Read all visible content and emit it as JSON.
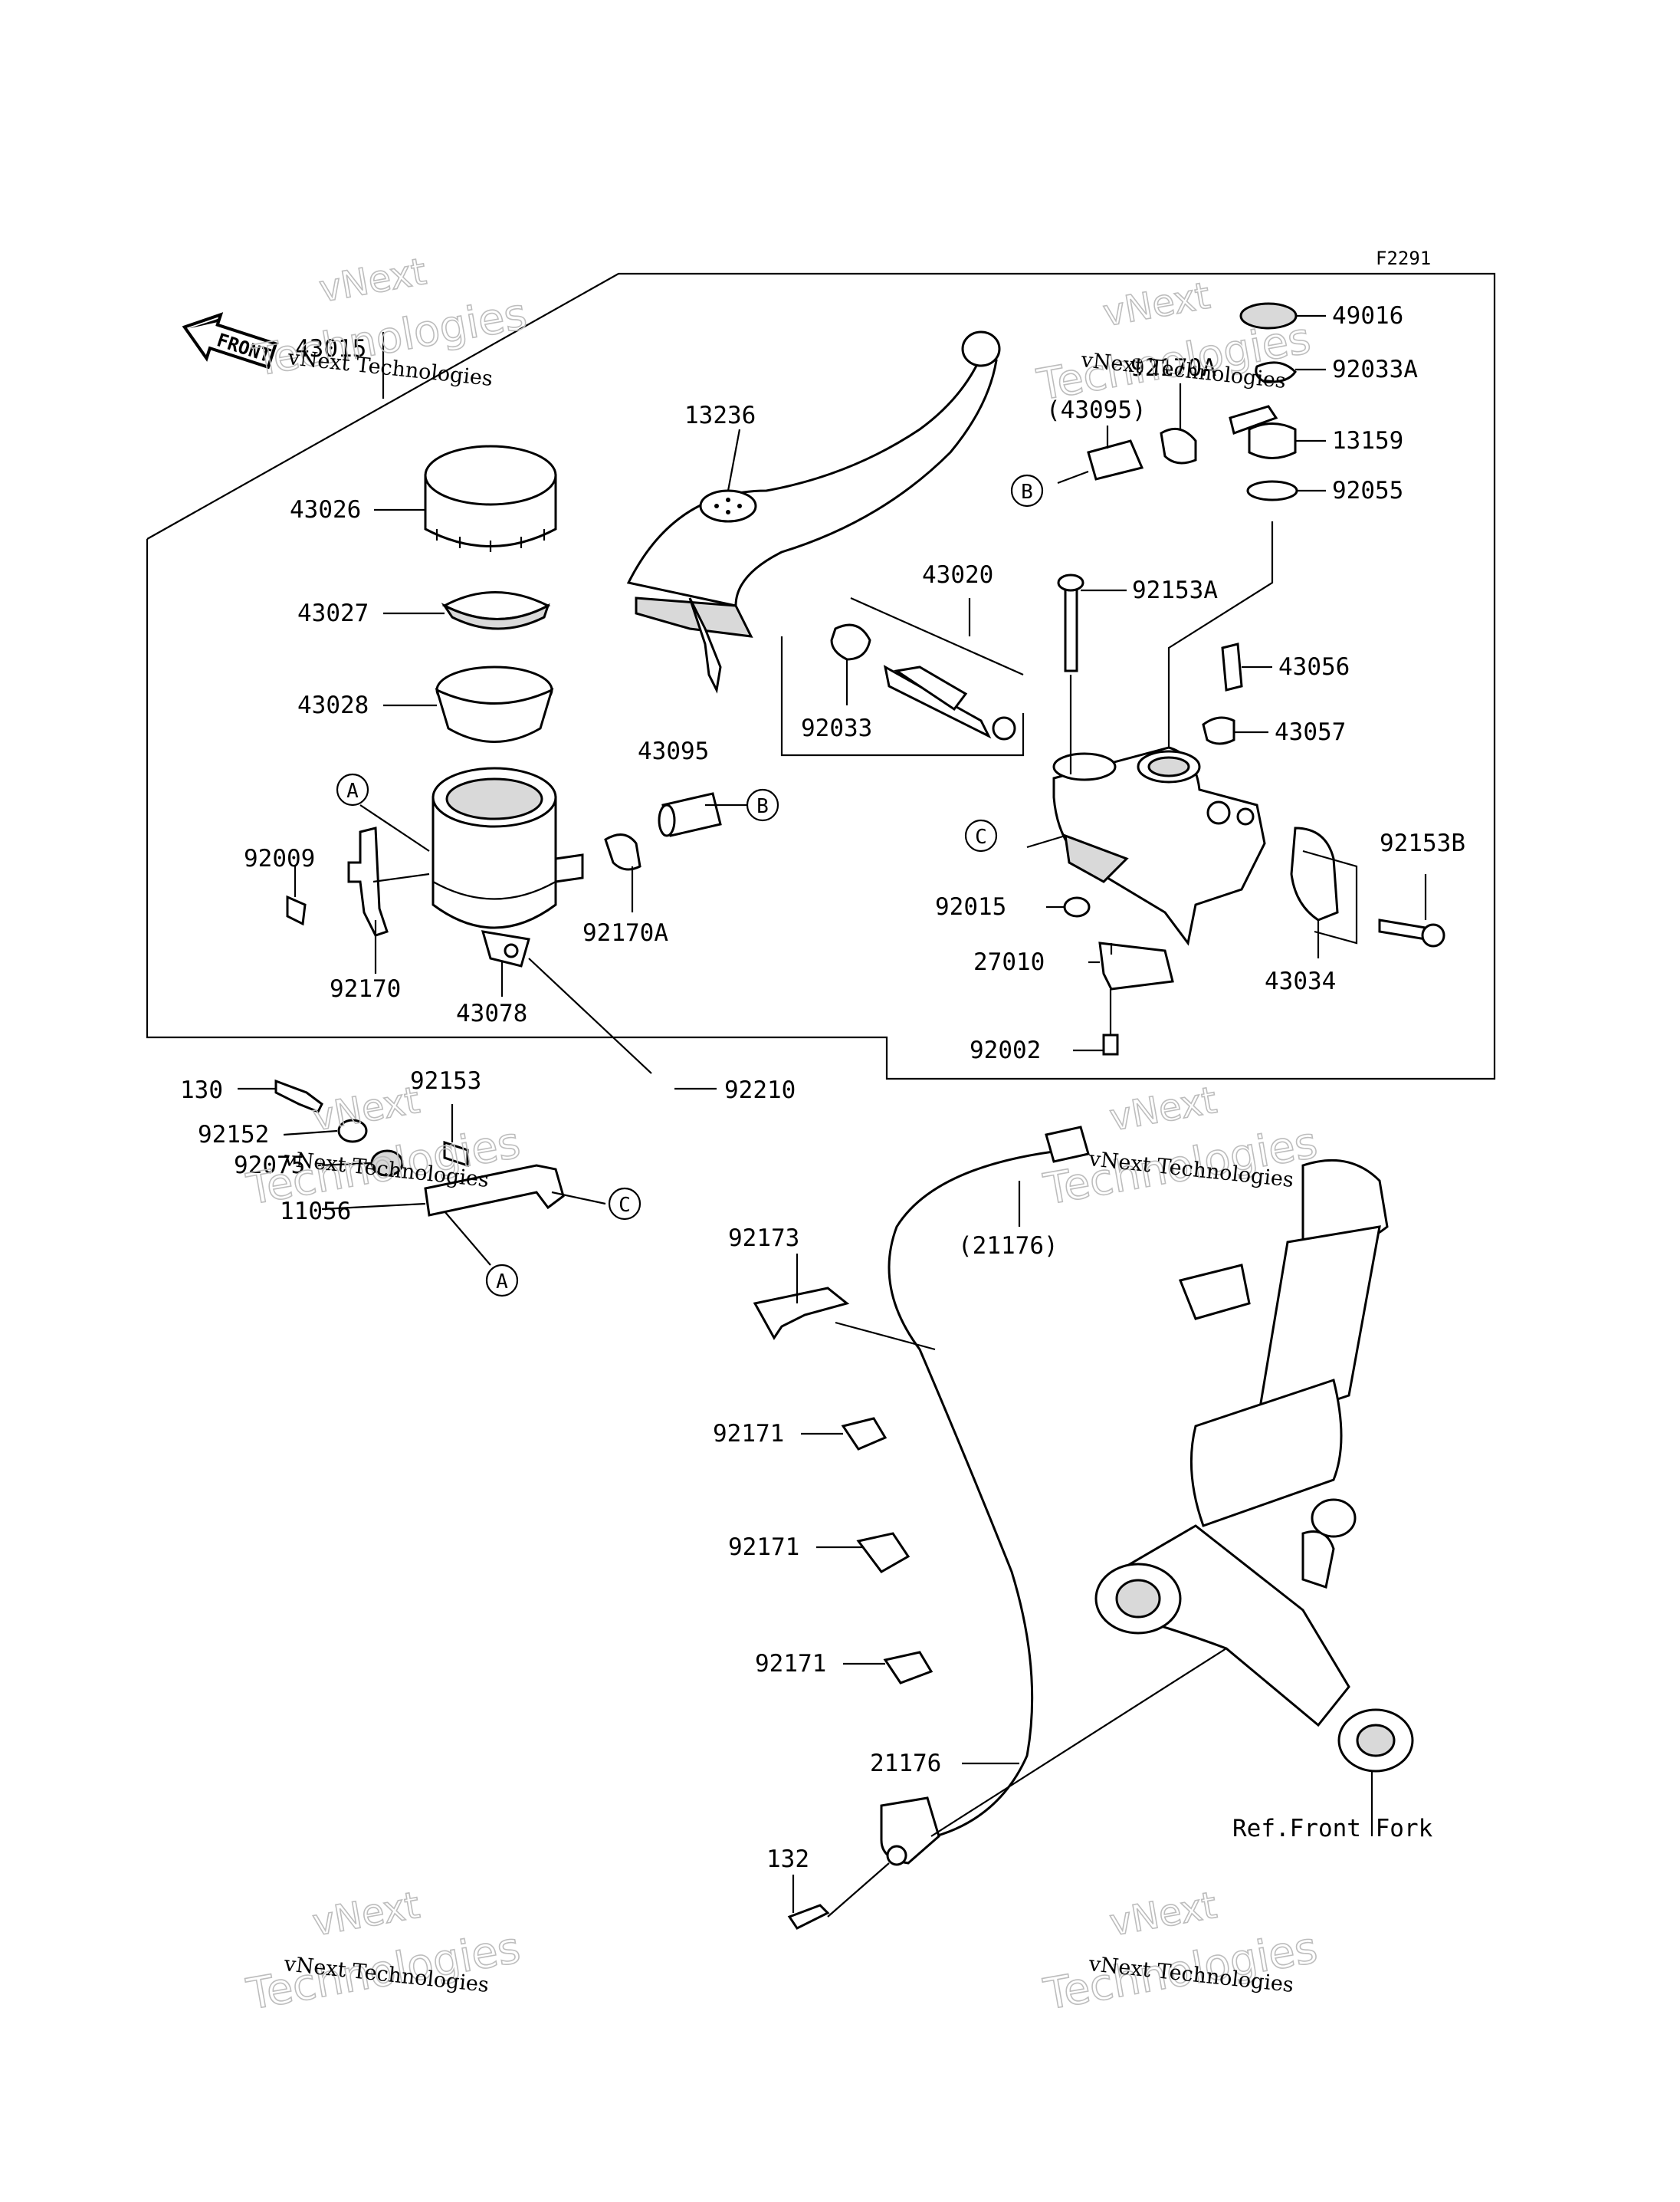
{
  "figure_code": "F2291",
  "front_label": "FRONT",
  "reference_label": "Ref.Front Fork",
  "watermark": {
    "line1": "vNext Technologies",
    "line2": "vNext",
    "line3": "Technologies"
  },
  "callouts": [
    "A",
    "B",
    "C"
  ],
  "parts": [
    {
      "id": "p43015",
      "number": "43015"
    },
    {
      "id": "p43026",
      "number": "43026"
    },
    {
      "id": "p43027",
      "number": "43027"
    },
    {
      "id": "p43028",
      "number": "43028"
    },
    {
      "id": "p92009",
      "number": "92009"
    },
    {
      "id": "p92170",
      "number": "92170"
    },
    {
      "id": "p43078",
      "number": "43078"
    },
    {
      "id": "p43095",
      "number": "43095"
    },
    {
      "id": "p92170A",
      "number": "92170A"
    },
    {
      "id": "p13236",
      "number": "13236"
    },
    {
      "id": "p43020",
      "number": "43020"
    },
    {
      "id": "p92033",
      "number": "92033"
    },
    {
      "id": "p92153A",
      "number": "92153A"
    },
    {
      "id": "p43056",
      "number": "43056"
    },
    {
      "id": "p43057",
      "number": "43057"
    },
    {
      "id": "p92015",
      "number": "92015"
    },
    {
      "id": "p27010",
      "number": "27010"
    },
    {
      "id": "p92002",
      "number": "92002"
    },
    {
      "id": "p43034",
      "number": "43034"
    },
    {
      "id": "p92153B",
      "number": "92153B"
    },
    {
      "id": "p49016",
      "number": "49016"
    },
    {
      "id": "p92033A",
      "number": "92033A"
    },
    {
      "id": "p13159",
      "number": "13159"
    },
    {
      "id": "p92055",
      "number": "92055"
    },
    {
      "id": "p92170A_top",
      "number": "92170A"
    },
    {
      "id": "p43095_ref",
      "number": "(43095)"
    },
    {
      "id": "p92210",
      "number": "92210"
    },
    {
      "id": "p130",
      "number": "130"
    },
    {
      "id": "p92153",
      "number": "92153"
    },
    {
      "id": "p92152",
      "number": "92152"
    },
    {
      "id": "p92075",
      "number": "92075"
    },
    {
      "id": "p11056",
      "number": "11056"
    },
    {
      "id": "p92173",
      "number": "92173"
    },
    {
      "id": "p21176_ref",
      "number": "(21176)"
    },
    {
      "id": "p92171a",
      "number": "92171"
    },
    {
      "id": "p92171b",
      "number": "92171"
    },
    {
      "id": "p92171c",
      "number": "92171"
    },
    {
      "id": "p21176",
      "number": "21176"
    },
    {
      "id": "p132",
      "number": "132"
    }
  ]
}
